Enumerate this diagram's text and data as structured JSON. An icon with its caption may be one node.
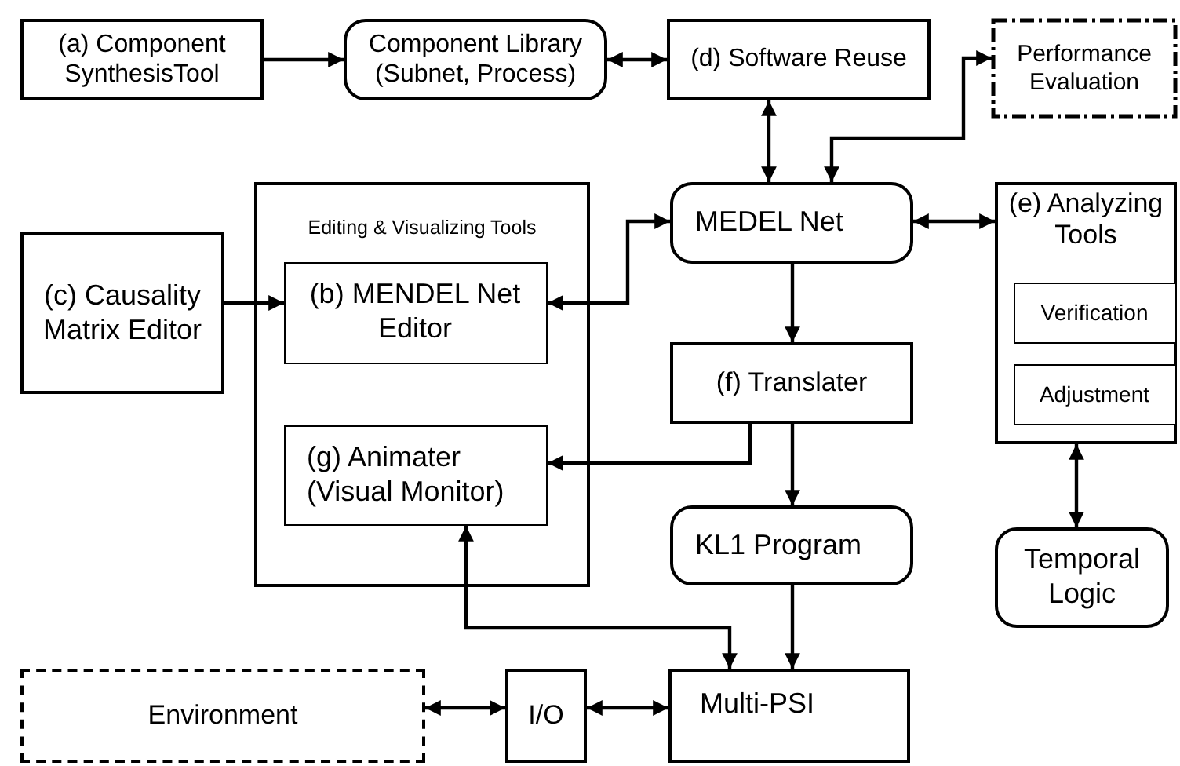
{
  "diagram": {
    "nodes": [
      {
        "text": [
          "(a) Component SynthesisTool"
        ]
      },
      {
        "text": [
          "Component Library (Subnet, Process)"
        ]
      },
      {
        "text": [
          "(d) Software Reuse"
        ]
      },
      {
        "text": [
          "Performance Evaluation"
        ]
      },
      {
        "text": [
          "Editing & Visualizing Tools"
        ]
      },
      {
        "text": [
          "(c) Causality Matrix Editor"
        ]
      },
      {
        "text": [
          "(b) MENDEL Net Editor"
        ],
        "in": 4
      },
      {
        "text": [
          "MEDEL Net"
        ]
      },
      {
        "text": [
          "(e) Analyzing Tools"
        ]
      },
      {
        "text": [
          "Verification"
        ],
        "in": 8
      },
      {
        "text": [
          "Adjustment"
        ],
        "in": 8
      },
      {
        "text": [
          "(f) Translater"
        ]
      },
      {
        "text": [
          "(g) Animater (Visual Monitor)"
        ],
        "in": 4
      },
      {
        "text": [
          "KL1 Program"
        ]
      },
      {
        "text": [
          "Temporal Logic"
        ]
      },
      {
        "text": [
          "Environment"
        ]
      },
      {
        "text": [
          "I/O"
        ]
      },
      {
        "text": [
          "Multi-PSI"
        ]
      }
    ],
    "edges": [
      {
        "from": 0,
        "to": 1,
        "arrow": "to"
      },
      {
        "from": 1,
        "to": 2,
        "arrow": "both"
      },
      {
        "from": 2,
        "to": 7,
        "arrow": "both"
      },
      {
        "from": 7,
        "to": 3,
        "arrow": "both"
      },
      {
        "from": 5,
        "to": 6,
        "arrow": "to"
      },
      {
        "from": 7,
        "to": 6,
        "arrow": "both"
      },
      {
        "from": 7,
        "to": 8,
        "arrow": "both"
      },
      {
        "from": 7,
        "to": 11,
        "arrow": "to"
      },
      {
        "from": 11,
        "to": 12,
        "arrow": "to"
      },
      {
        "from": 11,
        "to": 13,
        "arrow": "to"
      },
      {
        "from": 8,
        "to": 14,
        "arrow": "both"
      },
      {
        "from": 13,
        "to": 17,
        "arrow": "to"
      },
      {
        "from": 12,
        "to": 17,
        "arrow": "both"
      },
      {
        "from": 15,
        "to": 16,
        "arrow": "both"
      },
      {
        "from": 16,
        "to": 17,
        "arrow": "both"
      }
    ]
  }
}
